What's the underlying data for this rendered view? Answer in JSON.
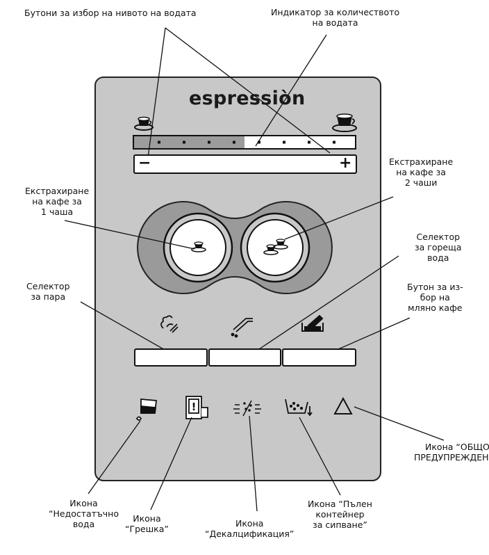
{
  "brand": "espressiòn",
  "labels": {
    "water_level_buttons": [
      "Бутони за избор на нивото на водата"
    ],
    "water_indicator": [
      "Индикатор за количеството",
      "на водата"
    ],
    "one_cup": [
      "Екстрахиране",
      "на кафе за",
      "1 чаша"
    ],
    "two_cups": [
      "Екстрахиране",
      "на кафе за",
      "2 чаши"
    ],
    "hot_water": [
      "Селектор",
      "за гореща",
      "вода"
    ],
    "steam": [
      "Селектор",
      "за пара"
    ],
    "ground_coffee": [
      "Бутон за из-",
      "бор на",
      "мляно кафе"
    ],
    "no_water_icon": [
      "Икона",
      "“Недостатъчно",
      "вода"
    ],
    "error_icon": [
      "Икона",
      "“Грешка”"
    ],
    "descale_icon": [
      "Икона",
      "“Декалцификация”"
    ],
    "container_full_icon": [
      "Икона “Пълен",
      "контейнер",
      "за сипване”"
    ],
    "general_warning_icon": [
      "Икона “ОБЩО",
      "ПРЕДУПРЕЖДЕНИЕ"
    ]
  },
  "water_gauge": {
    "segments": 9,
    "filled_fraction": 0.5
  },
  "icons": {
    "small_cup": "small-cup-icon",
    "large_cup": "large-cup-icon",
    "steam": "steam-icon",
    "hot_water": "hot-water-nozzle-icon",
    "ground_coffee": "ground-coffee-icon",
    "no_water": "water-jug-icon",
    "error": "error-machine-icon",
    "descale": "descale-icon",
    "container_full": "container-full-icon",
    "warning": "warning-triangle-icon"
  },
  "colors": {
    "panel": "#c8c8c8",
    "panel_border": "#222222",
    "gauge_fill": "#9c9c9c"
  }
}
